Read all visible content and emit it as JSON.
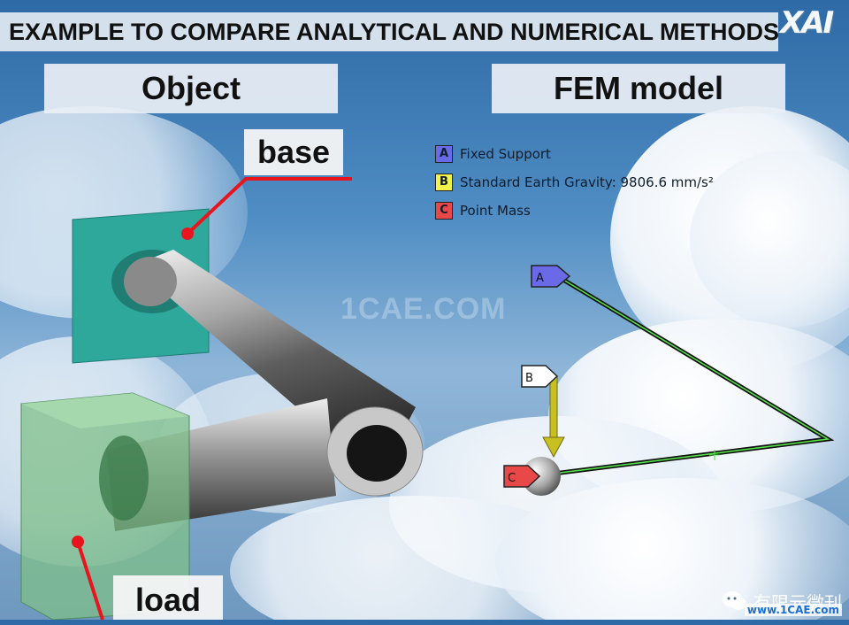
{
  "slide": {
    "title": "EXAMPLE TO COMPARE ANALYTICAL AND NUMERICAL METHODS",
    "logo": "XAI"
  },
  "left_panel": {
    "heading": "Object",
    "callouts": {
      "base": "base",
      "load": "load"
    }
  },
  "right_panel": {
    "heading": "FEM model",
    "legend": [
      {
        "key": "A",
        "text": "Fixed Support",
        "color": "#6a6ae8"
      },
      {
        "key": "B",
        "text": "Standard Earth Gravity: 9806.6 mm/s²",
        "color": "#f2f24a"
      },
      {
        "key": "C",
        "text": "Point Mass",
        "color": "#e84848"
      }
    ],
    "markers": [
      "A",
      "B",
      "C"
    ]
  },
  "watermarks": {
    "center": "1CAE.COM",
    "footer_text": "有限元微刊",
    "footer_site": "www.1CAE.com"
  },
  "colors": {
    "title_bg": "#e1e8f0",
    "callout_line": "#e8141e",
    "base_plate": "#2fa89c",
    "load_block": "#7fbf8a",
    "beam_line": "#111111",
    "beam_highlight": "#55e04a",
    "gravity_arrow": "#c8c020"
  }
}
